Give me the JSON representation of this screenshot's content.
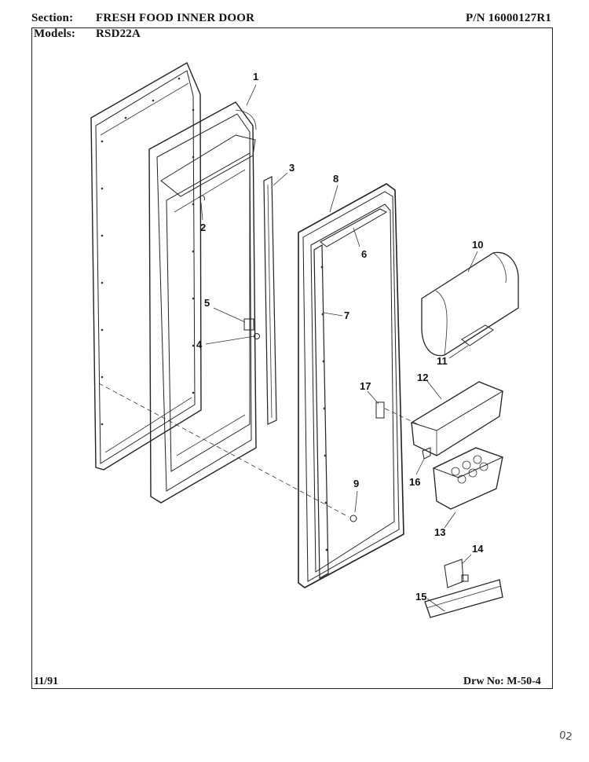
{
  "header": {
    "section_label": "Section:",
    "section_value": "FRESH FOOD INNER DOOR",
    "pn": "P/N 16000127R1",
    "models_label": "Models:",
    "models_value": "RSD22A"
  },
  "footer": {
    "date": "11/91",
    "drawing_no": "Drw No: M-50-4"
  },
  "handwritten_mark": "02",
  "callouts": [
    "1",
    "2",
    "3",
    "4",
    "5",
    "6",
    "7",
    "8",
    "9",
    "10",
    "11",
    "12",
    "13",
    "14",
    "15",
    "16",
    "17"
  ]
}
